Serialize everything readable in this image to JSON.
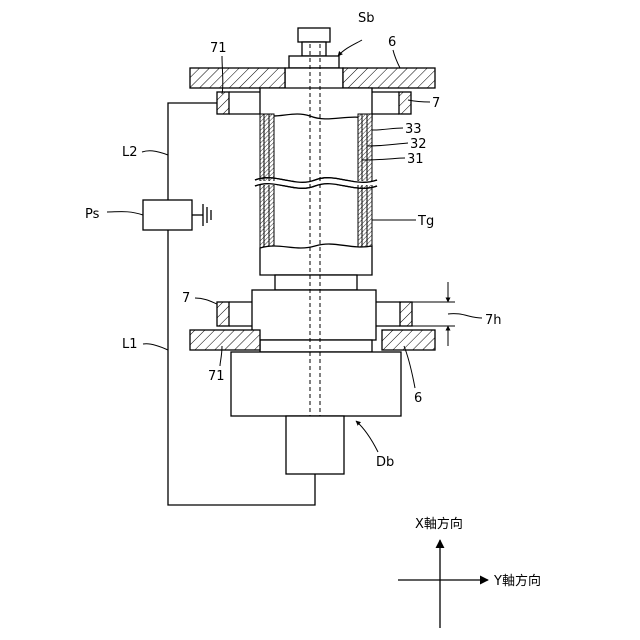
{
  "labels": {
    "sb": "Sb",
    "six_top": "6",
    "seventy_one_top": "71",
    "seven_top": "7",
    "n33": "33",
    "n32": "32",
    "n31": "31",
    "l2": "L2",
    "ps": "Ps",
    "tg": "Tg",
    "seven_bottom": "7",
    "seven_h": "7h",
    "l1": "L1",
    "seventy_one_bottom": "71",
    "six_bottom": "6",
    "db": "Db",
    "x_axis": "X軸方向",
    "y_axis": "Y軸方向"
  }
}
